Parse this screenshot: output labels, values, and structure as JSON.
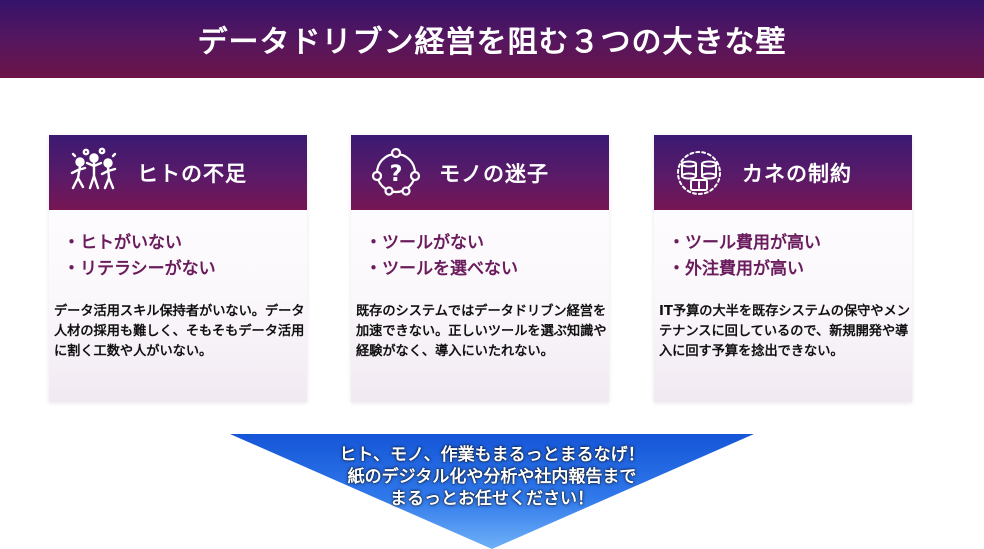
{
  "title": "データドリブン経営を阻む３つの大きな壁",
  "cards": [
    {
      "title": "ヒトの不足",
      "icon": "people-icon",
      "bullets": [
        "・ヒトがいない",
        "・リテラシーがない"
      ],
      "desc": "データ活用スキル保持者がいない。データ人材の採用も難しく、そもそもデータ活用に割く工数や人がいない。"
    },
    {
      "title": "モノの迷子",
      "icon": "question-icon",
      "bullets": [
        "・ツールがない",
        "・ツールを選べない"
      ],
      "desc": "既存のシステムではデータドリブン経営を加速できない。正しいツールを選ぶ知識や経験がなく、導入にいたれない。"
    },
    {
      "title": "カネの制約",
      "icon": "money-stack-icon",
      "bullets": [
        "・ツール費用が高い",
        "・外注費用が高い"
      ],
      "desc": "IT予算の大半を既存システムの保守やメンテナンスに回しているので、新規開発や導入に回す予算を捻出できない。"
    }
  ],
  "banner": {
    "lines": [
      "ヒト、モノ、作業もまるっとまるなげ！",
      "紙のデジタル化や分析や社内報告まで",
      "まるっとお任せください！"
    ]
  },
  "colors": {
    "header_gradient_top": "#35136b",
    "header_gradient_bottom": "#6b1448",
    "bullet_text": "#6a1c5c",
    "arrow_blue": "#2a6fe6"
  }
}
